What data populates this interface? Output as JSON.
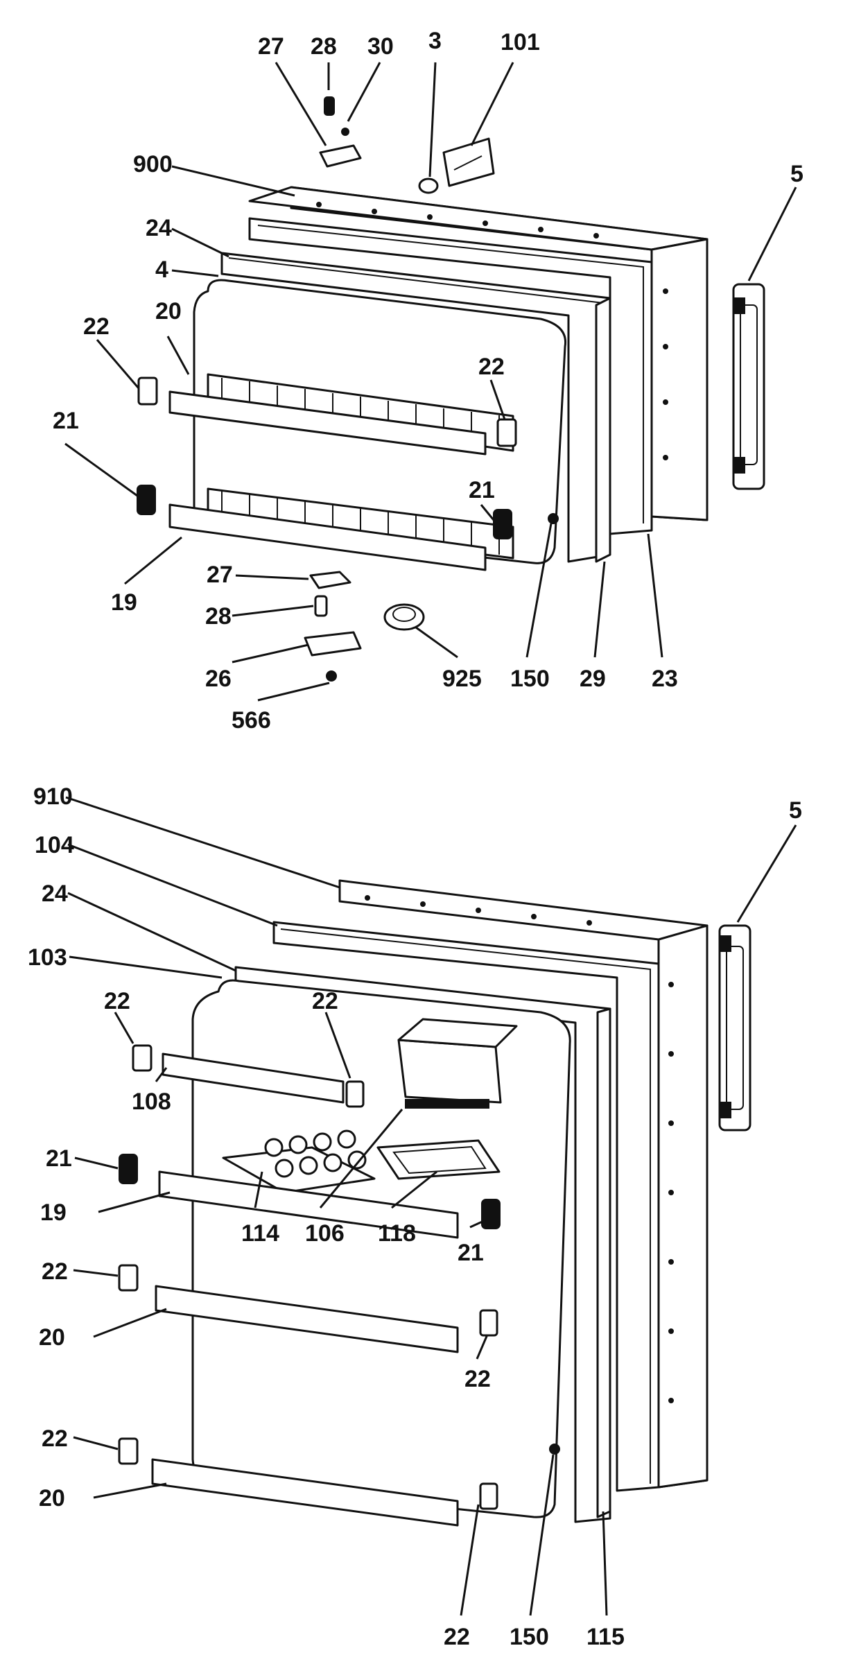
{
  "freezer_door_callouts": [
    "27",
    "28",
    "30",
    "3",
    "101",
    "900",
    "5",
    "24",
    "4",
    "22",
    "20",
    "21",
    "22",
    "21",
    "19",
    "27",
    "28",
    "26",
    "566",
    "925",
    "150",
    "29",
    "23"
  ],
  "fresh_food_door_callouts": [
    "910",
    "5",
    "104",
    "24",
    "103",
    "22",
    "22",
    "108",
    "21",
    "19",
    "114",
    "106",
    "118",
    "21",
    "22",
    "20",
    "22",
    "22",
    "20",
    "22",
    "150",
    "115"
  ]
}
